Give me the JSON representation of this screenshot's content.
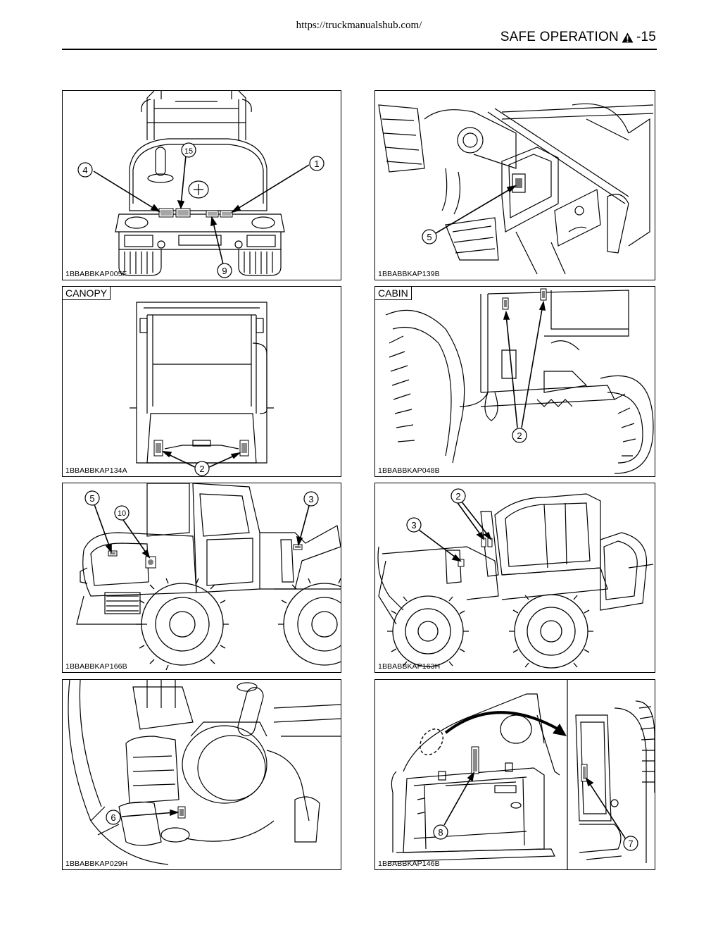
{
  "header": {
    "url": "https://truckmanualshub.com/",
    "title": "SAFE OPERATION",
    "page_number": "-15"
  },
  "panels": [
    {
      "code": "1BBABBKAP005F",
      "callouts": [
        "4",
        "15",
        "1",
        "9"
      ]
    },
    {
      "code": "1BBABBKAP139B",
      "callouts": [
        "5"
      ]
    },
    {
      "code": "1BBABBKAP134A",
      "tag": "CANOPY",
      "callouts": [
        "2"
      ]
    },
    {
      "code": "1BBABBKAP048B",
      "tag": "CABIN",
      "callouts": [
        "2"
      ]
    },
    {
      "code": "1BBABBKAP166B",
      "callouts": [
        "5",
        "10",
        "3"
      ]
    },
    {
      "code": "1BBABBKAP163H",
      "callouts": [
        "2",
        "3"
      ]
    },
    {
      "code": "1BBABBKAP029H",
      "callouts": [
        "6"
      ]
    },
    {
      "code": "1BBABBKAP146B",
      "callouts": [
        "8",
        "7"
      ]
    }
  ]
}
